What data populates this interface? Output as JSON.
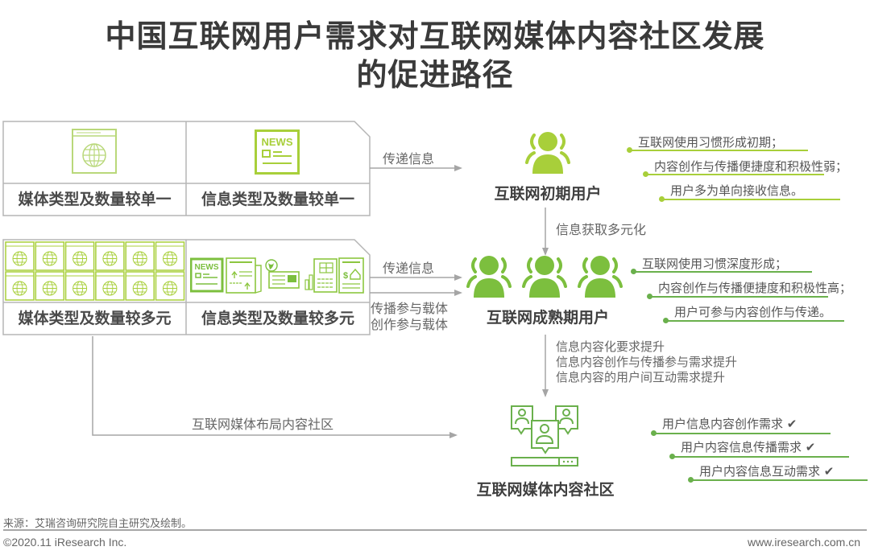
{
  "title": {
    "line1": "中国互联网用户需求对互联网媒体内容社区发展",
    "line2": "的促进路径"
  },
  "stage1": {
    "media_label": "媒体类型及数量较单一",
    "info_label": "信息类型及数量较单一",
    "arrow_label": "传递信息",
    "node_label": "互联网初期用户",
    "notes": [
      "互联网使用习惯形成初期；",
      "内容创作与传播便捷度和积极性弱；",
      "用户多为单向接收信息。"
    ]
  },
  "transition1": "信息获取多元化",
  "stage2": {
    "media_label": "媒体类型及数量较多元",
    "info_label": "信息类型及数量较多元",
    "arrow_label_top": "传递信息",
    "arrow_label_bottom_1": "传播参与载体",
    "arrow_label_bottom_2": "创作参与载体",
    "node_label": "互联网成熟期用户",
    "notes": [
      "互联网使用习惯深度形成；",
      "内容创作与传播便捷度和积极性高；",
      "用户可参与内容创作与传递。"
    ]
  },
  "transition2": [
    "信息内容化要求提升",
    "信息内容创作与传播参与需求提升",
    "信息内容的用户间互动需求提升"
  ],
  "stage3": {
    "arrow_label": "互联网媒体布局内容社区",
    "node_label": "互联网媒体内容社区",
    "notes": [
      "用户信息内容创作需求",
      "用户内容信息传播需求",
      "用户内容信息互动需求"
    ],
    "check_glyph": "✔"
  },
  "news_badge": "NEWS",
  "footer": {
    "source": "来源：艾瑞咨询研究院自主研究及绘制。",
    "copyright": "©2020.11 iResearch Inc.",
    "website": "www.iresearch.com.cn"
  },
  "icons": {
    "browser_globe": "browser-globe-icon",
    "news": "newspaper-icon",
    "user": "user-group-icon",
    "community": "community-icon",
    "check": "check-icon"
  },
  "colors": {
    "light_green": "#a8cf3a",
    "dark_green": "#6ab04c",
    "line_gray": "#b0b0b0",
    "title_gray": "#3a3a3a"
  }
}
